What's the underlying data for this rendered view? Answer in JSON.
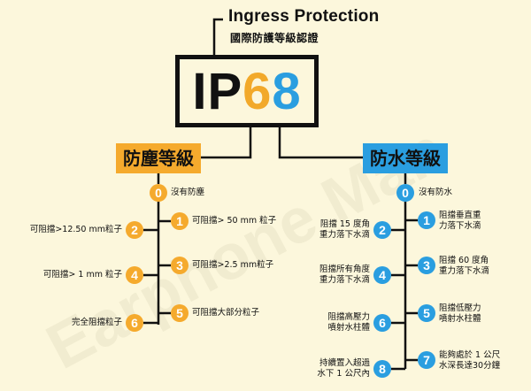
{
  "header": {
    "title_en": "Ingress Protection",
    "title_zh": "國際防護等級認證",
    "code_prefix": "IP",
    "code_digit1": "6",
    "code_digit2": "8"
  },
  "watermark": "Earphone Man",
  "colors": {
    "background": "#fcf7dc",
    "dust_accent": "#f5aa2d",
    "water_accent": "#2a9ee0",
    "line": "#111111"
  },
  "dust": {
    "title": "防塵等級",
    "levels": [
      {
        "num": "0",
        "label": "沒有防塵"
      },
      {
        "num": "1",
        "label": "可阻擋> 50 mm 粒子"
      },
      {
        "num": "2",
        "label": "可阻擋>12.50 mm粒子"
      },
      {
        "num": "3",
        "label": "可阻擋>2.5 mm粒子"
      },
      {
        "num": "4",
        "label": "可阻擋> 1 mm 粒子"
      },
      {
        "num": "5",
        "label": "可阻擋大部分粒子"
      },
      {
        "num": "6",
        "label": "完全阻擋粒子"
      }
    ]
  },
  "water": {
    "title": "防水等級",
    "levels": [
      {
        "num": "0",
        "label": "沒有防水"
      },
      {
        "num": "1",
        "line1": "阻擋垂直重",
        "line2": "力落下水滴"
      },
      {
        "num": "2",
        "line1": "阻擋 15 度角",
        "line2": "重力落下水滴"
      },
      {
        "num": "3",
        "line1": "阻擋 60 度角",
        "line2": "重力落下水滴"
      },
      {
        "num": "4",
        "line1": "阻擋所有角度",
        "line2": "重力落下水滴"
      },
      {
        "num": "5",
        "line1": "阻擋低壓力",
        "line2": "噴射水柱體"
      },
      {
        "num": "6",
        "line1": "阻擋高壓力",
        "line2": "噴射水柱體"
      },
      {
        "num": "7",
        "line1": "能夠處於 1 公尺",
        "line2": "水深長達30分鐘"
      },
      {
        "num": "8",
        "line1": "持續置入超過",
        "line2": "水下 1 公尺內"
      }
    ]
  }
}
